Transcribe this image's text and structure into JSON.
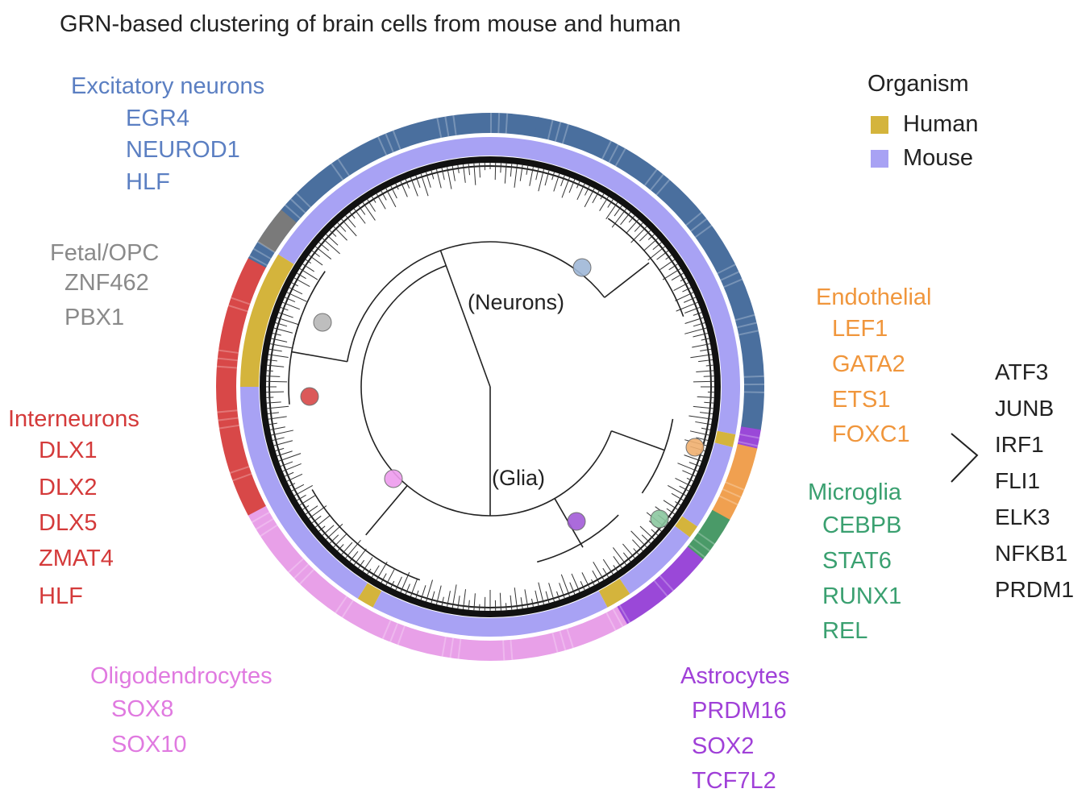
{
  "title": "GRN-based clustering of brain cells from mouse and human",
  "legend": {
    "title": "Organism",
    "items": [
      {
        "label": "Human",
        "color": "#d4b43c"
      },
      {
        "label": "Mouse",
        "color": "#a8a2f4"
      }
    ]
  },
  "center_labels": {
    "neurons": "(Neurons)",
    "glia": "(Glia)"
  },
  "clusters": {
    "excitatory": {
      "name": "Excitatory neurons",
      "color": "#5b7fc2",
      "genes": [
        "EGR4",
        "NEUROD1",
        "HLF"
      ]
    },
    "fetal_opc": {
      "name": "Fetal/OPC",
      "color": "#8a8a8a",
      "genes": [
        "ZNF462",
        "PBX1"
      ]
    },
    "interneurons": {
      "name": "Interneurons",
      "color": "#d43a3a",
      "genes": [
        "DLX1",
        "DLX2",
        "DLX5",
        "ZMAT4",
        "HLF"
      ]
    },
    "oligodendrocytes": {
      "name": "Oligodendrocytes",
      "color": "#e07ae0",
      "genes": [
        "SOX8",
        "SOX10"
      ]
    },
    "astrocytes": {
      "name": "Astrocytes",
      "color": "#a040d8",
      "genes": [
        "PRDM16",
        "SOX2",
        "TCF7L2"
      ]
    },
    "endothelial": {
      "name": "Endothelial",
      "color": "#f0963c",
      "genes": [
        "LEF1",
        "GATA2",
        "ETS1",
        "FOXC1"
      ]
    },
    "microglia": {
      "name": "Microglia",
      "color": "#3aa070",
      "genes": [
        "CEBPB",
        "STAT6",
        "RUNX1",
        "REL"
      ]
    }
  },
  "shared_tfs": [
    "ATF3",
    "JUNB",
    "IRF1",
    "FLI1",
    "ELK3",
    "NFKB1",
    "PRDM1"
  ],
  "ring_colors": {
    "excitatory": "#4a6f9e",
    "fetal": "#7a7a7a",
    "interneurons": "#d84848",
    "oligodendrocytes": "#e8a0e8",
    "astrocytes": "#9a48d8",
    "endothelial": "#f0a050",
    "microglia": "#4a9a68"
  },
  "node_colors": {
    "neurons": "#9fb8d8",
    "fetal": "#b8b8b8",
    "interneurons": "#d84848",
    "oligodendrocytes": "#ee9cee",
    "astrocytes": "#a35cd8",
    "endothelial": "#f0b070",
    "microglia": "#8cc8a0"
  }
}
